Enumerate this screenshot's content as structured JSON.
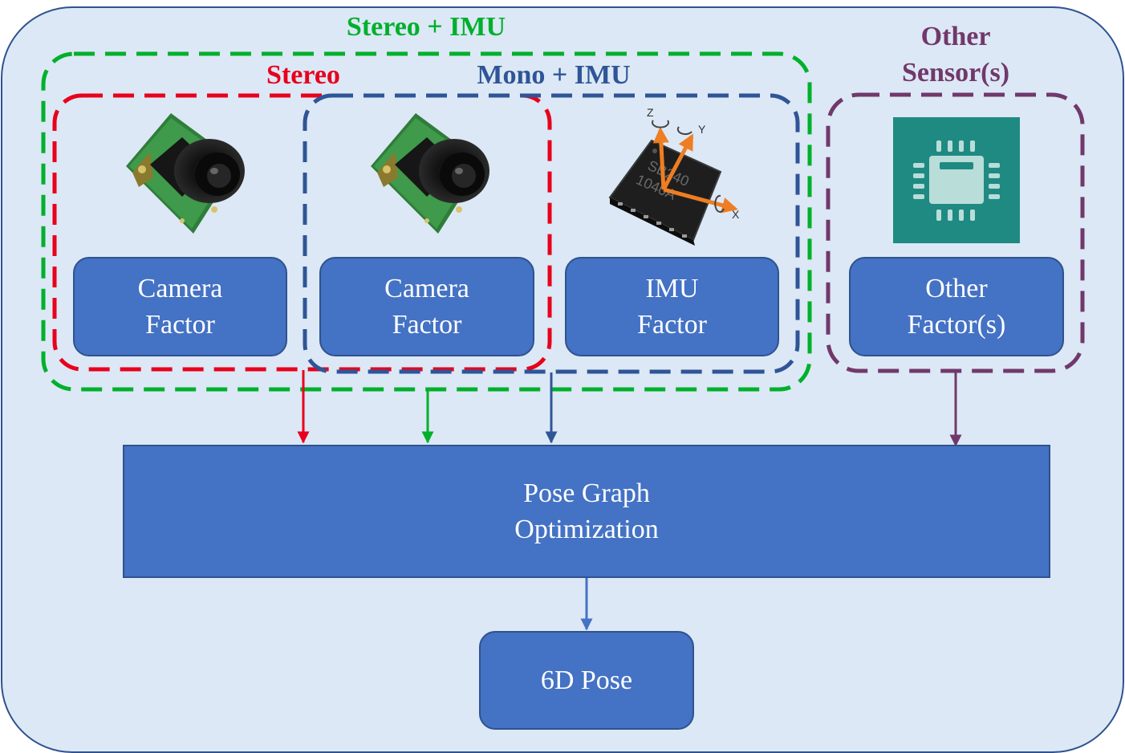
{
  "groups": {
    "stereo_imu": {
      "label": "Stereo + IMU",
      "color": "#00b02c"
    },
    "stereo": {
      "label": "Stereo",
      "color": "#e8001c"
    },
    "mono_imu": {
      "label": "Mono + IMU",
      "color": "#2f5597"
    },
    "other_sensors": {
      "label_line1": "Other",
      "label_line2": "Sensor(s)",
      "color": "#71386b"
    }
  },
  "factors": {
    "camera_left": {
      "line1": "Camera",
      "line2": "Factor"
    },
    "camera_right": {
      "line1": "Camera",
      "line2": "Factor"
    },
    "imu": {
      "line1": "IMU",
      "line2": "Factor"
    },
    "other": {
      "line1": "Other",
      "line2": "Factor(s)"
    }
  },
  "imu_chip": {
    "marking_line1": "SB240",
    "marking_line2": "1040A",
    "axes": [
      "Z",
      "Y",
      "X"
    ]
  },
  "optimizer": {
    "line1": "Pose Graph",
    "line2": "Optimization"
  },
  "output": {
    "label": "6D Pose"
  },
  "colors": {
    "background": "#dce8f5",
    "box_fill": "#4472c4",
    "box_border": "#2f528f",
    "chip_teal": "#1f8a82"
  }
}
